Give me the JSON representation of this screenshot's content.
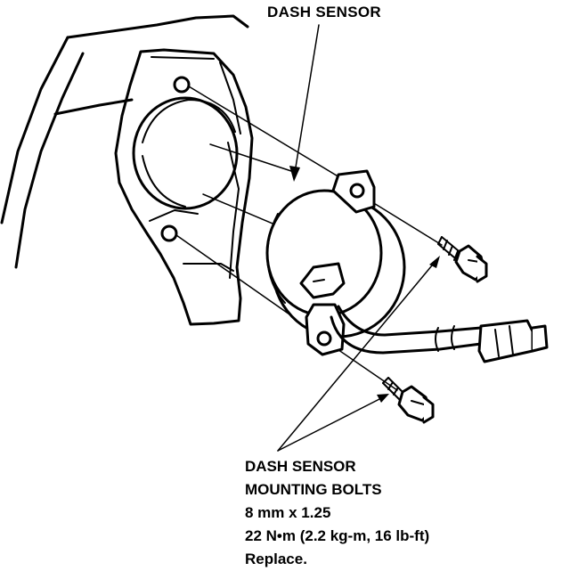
{
  "diagram": {
    "top_label": "DASH SENSOR",
    "spec": {
      "line1": "DASH SENSOR",
      "line2": "MOUNTING BOLTS",
      "line3": "8 mm x 1.25",
      "line4": "22 N•m (2.2 kg-m, 16 lb-ft)",
      "line5": "Replace."
    }
  }
}
